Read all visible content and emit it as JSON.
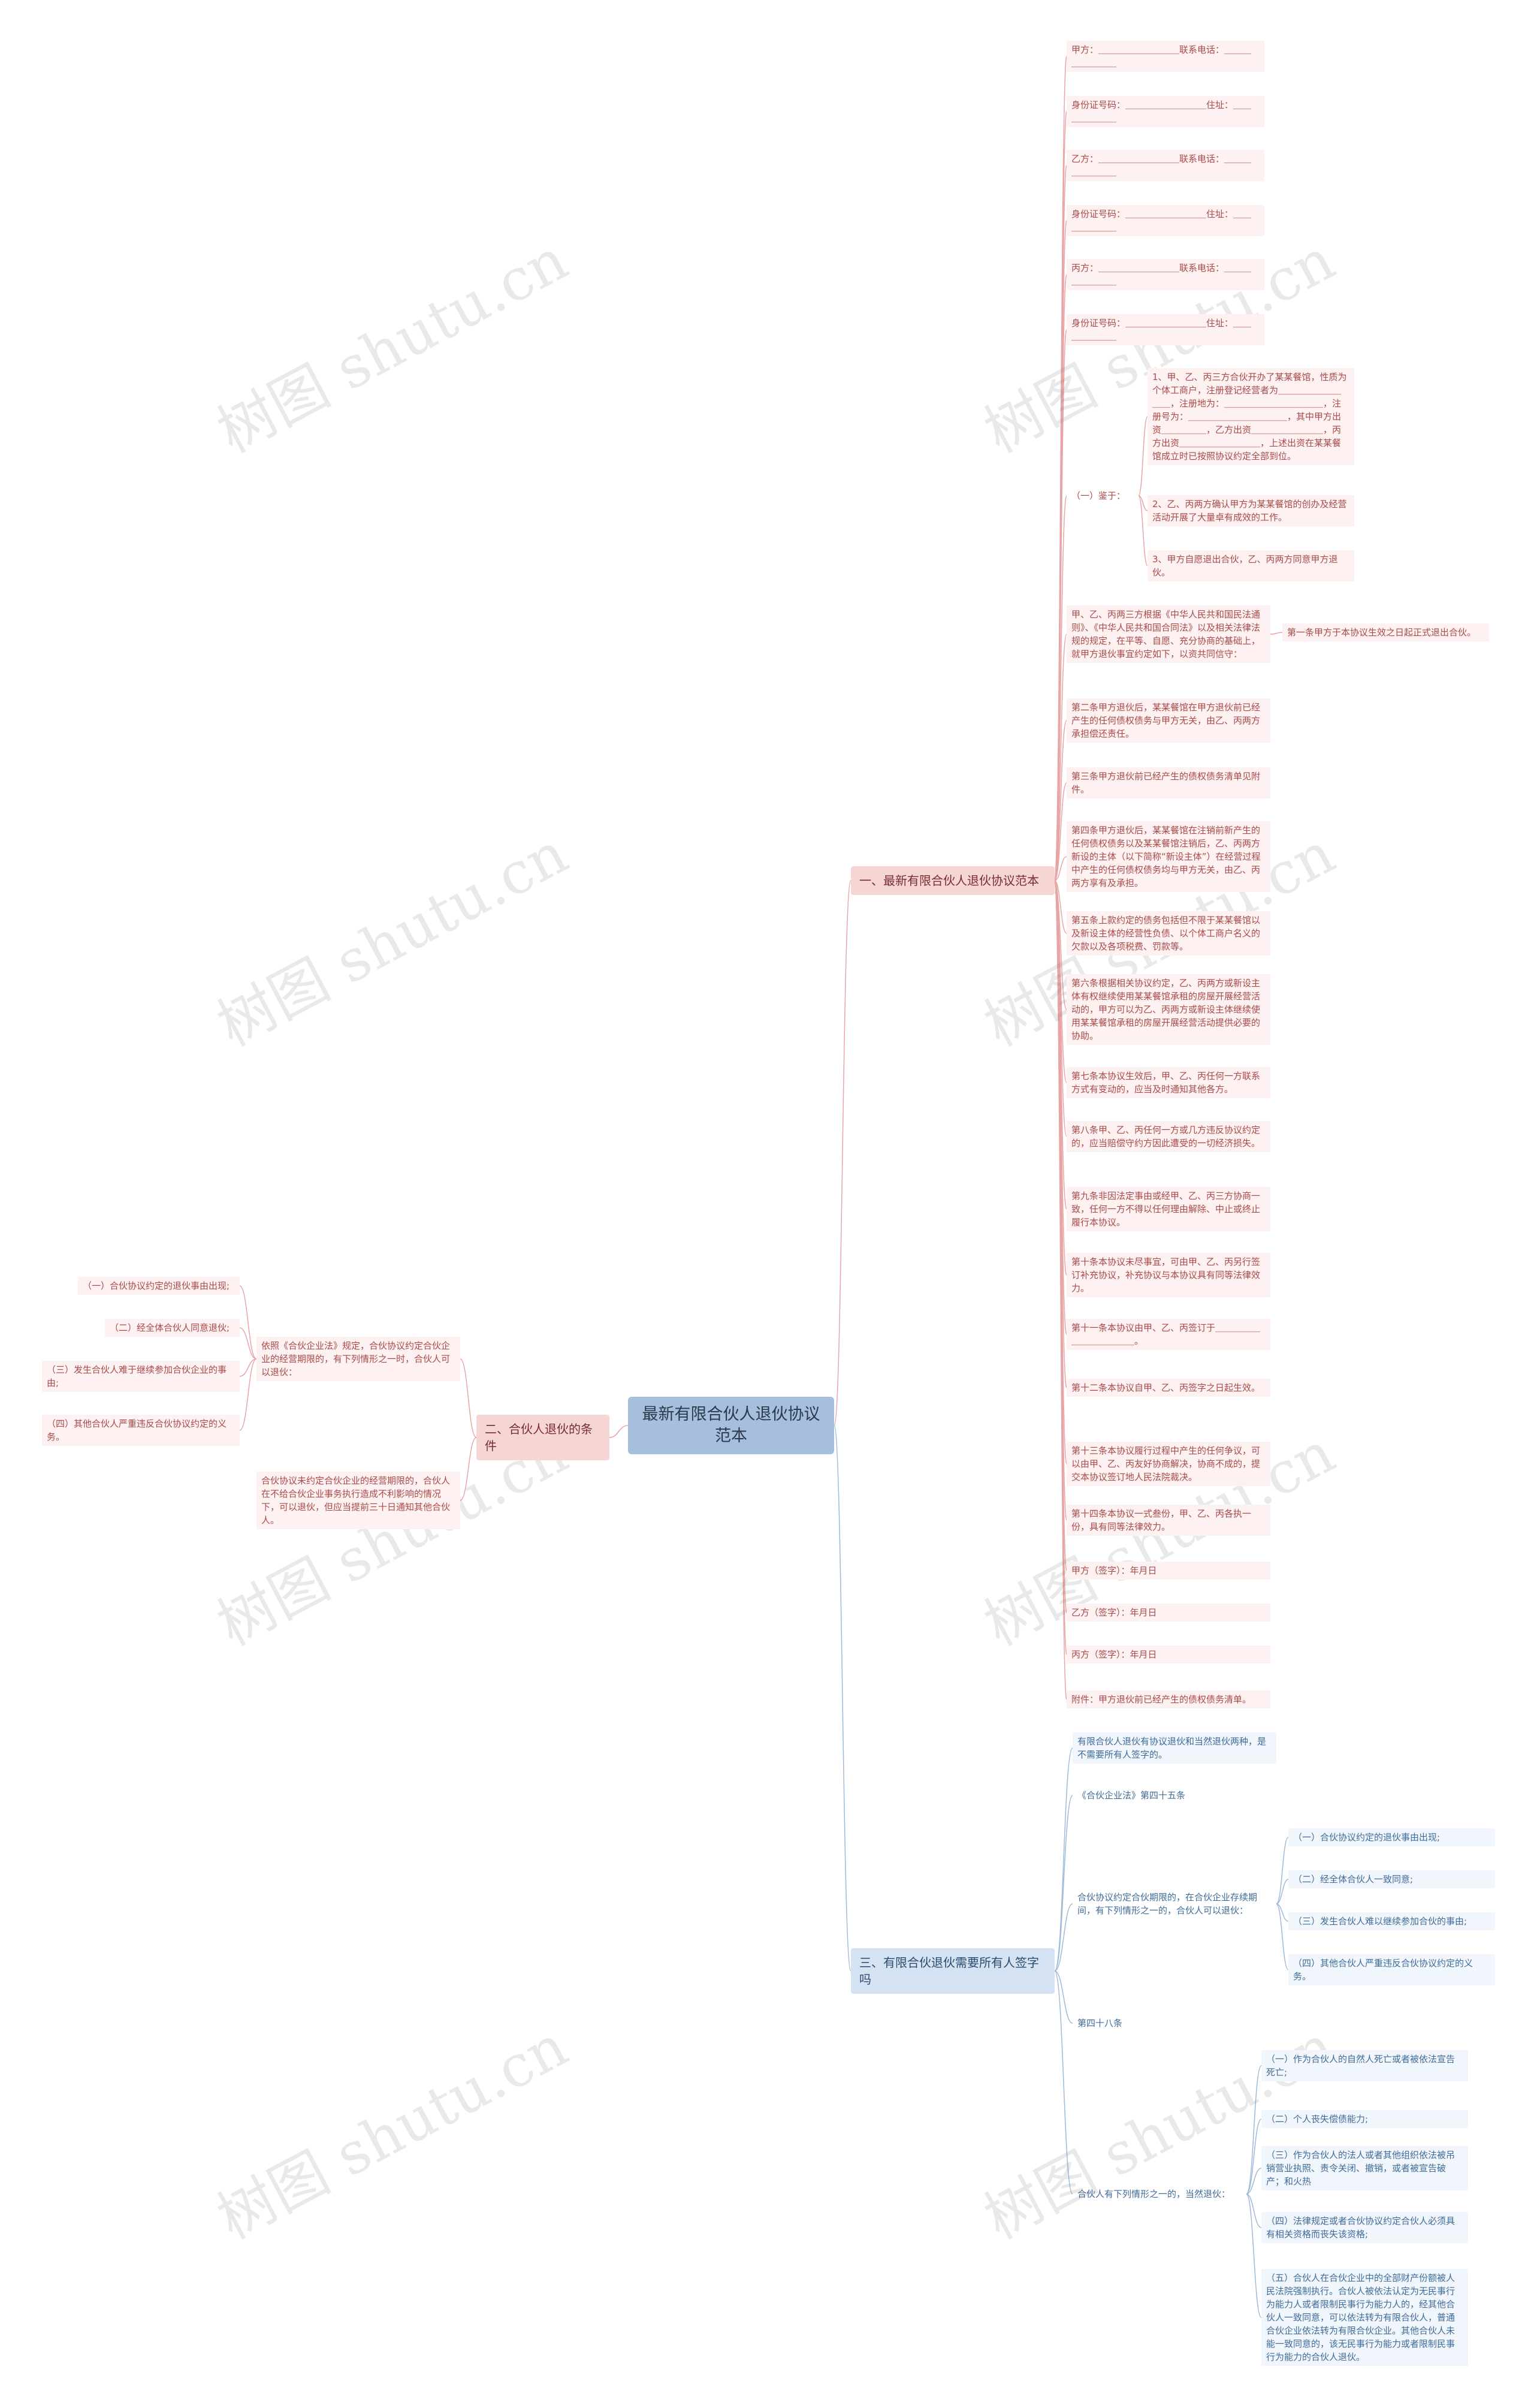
{
  "root": "最新有限合伙人退伙协议范本",
  "branch1": {
    "label": "一、最新有限合伙人退伙协议范本",
    "items": [
      "甲方：＿＿＿＿＿＿＿＿＿联系电话：＿＿＿＿＿＿＿＿",
      "身份证号码：＿＿＿＿＿＿＿＿＿住址：＿＿＿＿＿＿＿",
      "乙方：＿＿＿＿＿＿＿＿＿联系电话：＿＿＿＿＿＿＿＿",
      "身份证号码：＿＿＿＿＿＿＿＿＿住址：＿＿＿＿＿＿＿",
      "丙方：＿＿＿＿＿＿＿＿＿联系电话：＿＿＿＿＿＿＿＿",
      "身份证号码：＿＿＿＿＿＿＿＿＿住址：＿＿＿＿＿＿＿"
    ],
    "yijian": {
      "label": "（一）鉴于：",
      "subs": [
        "1、甲、乙、丙三方合伙开办了某某餐馆，性质为个体工商户，注册登记经营者为＿＿＿＿＿＿＿＿＿，注册地为：＿＿＿＿＿＿＿＿＿＿＿，注册号为：＿＿＿＿＿＿＿＿＿＿＿，其中甲方出资＿＿＿＿＿，乙方出资＿＿＿＿＿＿＿＿，丙方出资＿＿＿＿＿＿＿＿＿，上述出资在某某餐馆成立时已按照协议约定全部到位。",
        "2、乙、丙两方确认甲方为某某餐馆的创办及经营活动开展了大量卓有成效的工作。",
        "3、甲方自愿退出合伙，乙、丙两方同意甲方退伙。"
      ]
    },
    "agreement": {
      "text": "甲、乙、丙两三方根据《中华人民共和国民法通则》、《中华人民共和国合同法》以及相关法律法规的规定，在平等、自愿、充分协商的基础上，就甲方退伙事宜约定如下，以资共同信守：",
      "sub": "第一条甲方于本协议生效之日起正式退出合伙。"
    },
    "articles": [
      "第二条甲方退伙后，某某餐馆在甲方退伙前已经产生的任何债权债务与甲方无关，由乙、丙两方承担偿还责任。",
      "第三条甲方退伙前已经产生的债权债务清单见附件。",
      "第四条甲方退伙后，某某餐馆在注销前新产生的任何债权债务以及某某餐馆注销后，乙、丙两方新设的主体（以下简称“新设主体”）在经营过程中产生的任何债权债务均与甲方无关，由乙、丙两方享有及承担。",
      "第五条上款约定的债务包括但不限于某某餐馆以及新设主体的经营性负债、以个体工商户名义的欠款以及各项税费、罚款等。",
      "第六条根据相关协议约定，乙、丙两方或新设主体有权继续使用某某餐馆承租的房屋开展经营活动的，甲方可以为乙、丙两方或新设主体继续使用某某餐馆承租的房屋开展经营活动提供必要的协助。",
      "第七条本协议生效后，甲、乙、丙任何一方联系方式有变动的，应当及时通知其他各方。",
      "第八条甲、乙、丙任何一方或几方违反协议约定的，应当赔偿守约方因此遭受的一切经济损失。",
      "第九条非因法定事由或经甲、乙、丙三方协商一致，任何一方不得以任何理由解除、中止或终止履行本协议。",
      "第十条本协议未尽事宜，可由甲、乙、丙另行签订补充协议，补充协议与本协议具有同等法律效力。",
      "第十一条本协议由甲、乙、丙签订于＿＿＿＿＿＿＿＿＿＿＿＿。",
      "第十二条本协议自甲、乙、丙签字之日起生效。",
      "第十三条本协议履行过程中产生的任何争议，可以由甲、乙、丙友好协商解决，协商不成的，提交本协议签订地人民法院裁决。",
      "第十四条本协议一式叁份，甲、乙、丙各执一份，具有同等法律效力。",
      "甲方（签字）：年月日",
      "乙方（签字）：年月日",
      "丙方（签字）：年月日",
      "附件：甲方退伙前已经产生的债权债务清单。"
    ]
  },
  "branch2": {
    "label": "二、合伙人退伙的条件",
    "mid1": "依照《合伙企业法》规定，合伙协议约定合伙企业的经营期限的，有下列情形之一时，合伙人可以退伙：",
    "mid1_items": [
      "（一）合伙协议约定的退伙事由出现;",
      "（二）经全体合伙人同意退伙;",
      "（三）发生合伙人难于继续参加合伙企业的事由;",
      "（四）其他合伙人严重违反合伙协议约定的义务。"
    ],
    "mid2": "合伙协议未约定合伙企业的经营期限的，合伙人在不给合伙企业事务执行造成不利影响的情况下，可以退伙，但应当提前三十日通知其他合伙人。"
  },
  "branch3": {
    "label": "三、有限合伙退伙需要所有人签字吗",
    "t1": "有限合伙人退伙有协议退伙和当然退伙两种，是不需要所有人签字的。",
    "t2": "《合伙企业法》第四十五条",
    "t3": "合伙协议约定合伙期限的，在合伙企业存续期间，有下列情形之一的，合伙人可以退伙：",
    "t3_items": [
      "（一）合伙协议约定的退伙事由出现;",
      "（二）经全体合伙人一致同意;",
      "（三）发生合伙人难以继续参加合伙的事由;",
      "（四）其他合伙人严重违反合伙协议约定的义务。"
    ],
    "t4": "第四十八条",
    "t5": "合伙人有下列情形之一的，当然退伙：",
    "t5_items": [
      "（一）作为合伙人的自然人死亡或者被依法宣告死亡;",
      "（二）个人丧失偿债能力;",
      "（三）作为合伙人的法人或者其他组织依法被吊销营业执照、责令关闭、撤销，或者被宣告破产；和火热",
      "（四）法律规定或者合伙协议约定合伙人必须具有相关资格而丧失该资格;",
      "（五）合伙人在合伙企业中的全部财产份额被人民法院强制执行。合伙人被依法认定为无民事行为能力人或者限制民事行为能力人的，经其他合伙人一致同意，可以依法转为有限合伙人，普通合伙企业依法转为有限合伙企业。其他合伙人未能一致同意的，该无民事行为能力或者限制民事行为能力的合伙人退伙。"
    ]
  },
  "watermark": "树图 shutu.cn"
}
